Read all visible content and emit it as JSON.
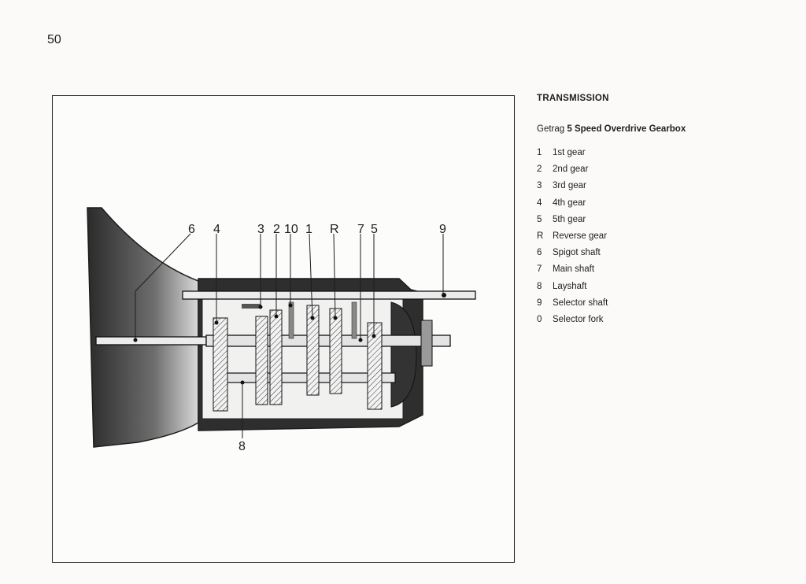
{
  "page": {
    "number": "50"
  },
  "heading": {
    "section": "TRANSMISSION",
    "subtitle_prefix": "Getrag",
    "subtitle_bold": "5 Speed Overdrive Gearbox"
  },
  "legend": [
    {
      "key": "1",
      "label": "1st gear"
    },
    {
      "key": "2",
      "label": "2nd gear"
    },
    {
      "key": "3",
      "label": "3rd gear"
    },
    {
      "key": "4",
      "label": "4th gear"
    },
    {
      "key": "5",
      "label": "5th gear"
    },
    {
      "key": "R",
      "label": "Reverse gear"
    },
    {
      "key": "6",
      "label": "Spigot shaft"
    },
    {
      "key": "7",
      "label": "Main shaft"
    },
    {
      "key": "8",
      "label": "Layshaft"
    },
    {
      "key": "9",
      "label": "Selector shaft"
    },
    {
      "key": "0",
      "label": "Selector fork"
    }
  ],
  "callouts": {
    "c6": "6",
    "c4": "4",
    "c3": "3",
    "c2": "2",
    "c10": "10",
    "c1": "1",
    "cR": "R",
    "c7": "7",
    "c5": "5",
    "c9": "9",
    "c8": "8"
  },
  "colors": {
    "ink": "#1d1d1d",
    "shade": "#3a3a3a",
    "paper": "#fbfaf8"
  }
}
